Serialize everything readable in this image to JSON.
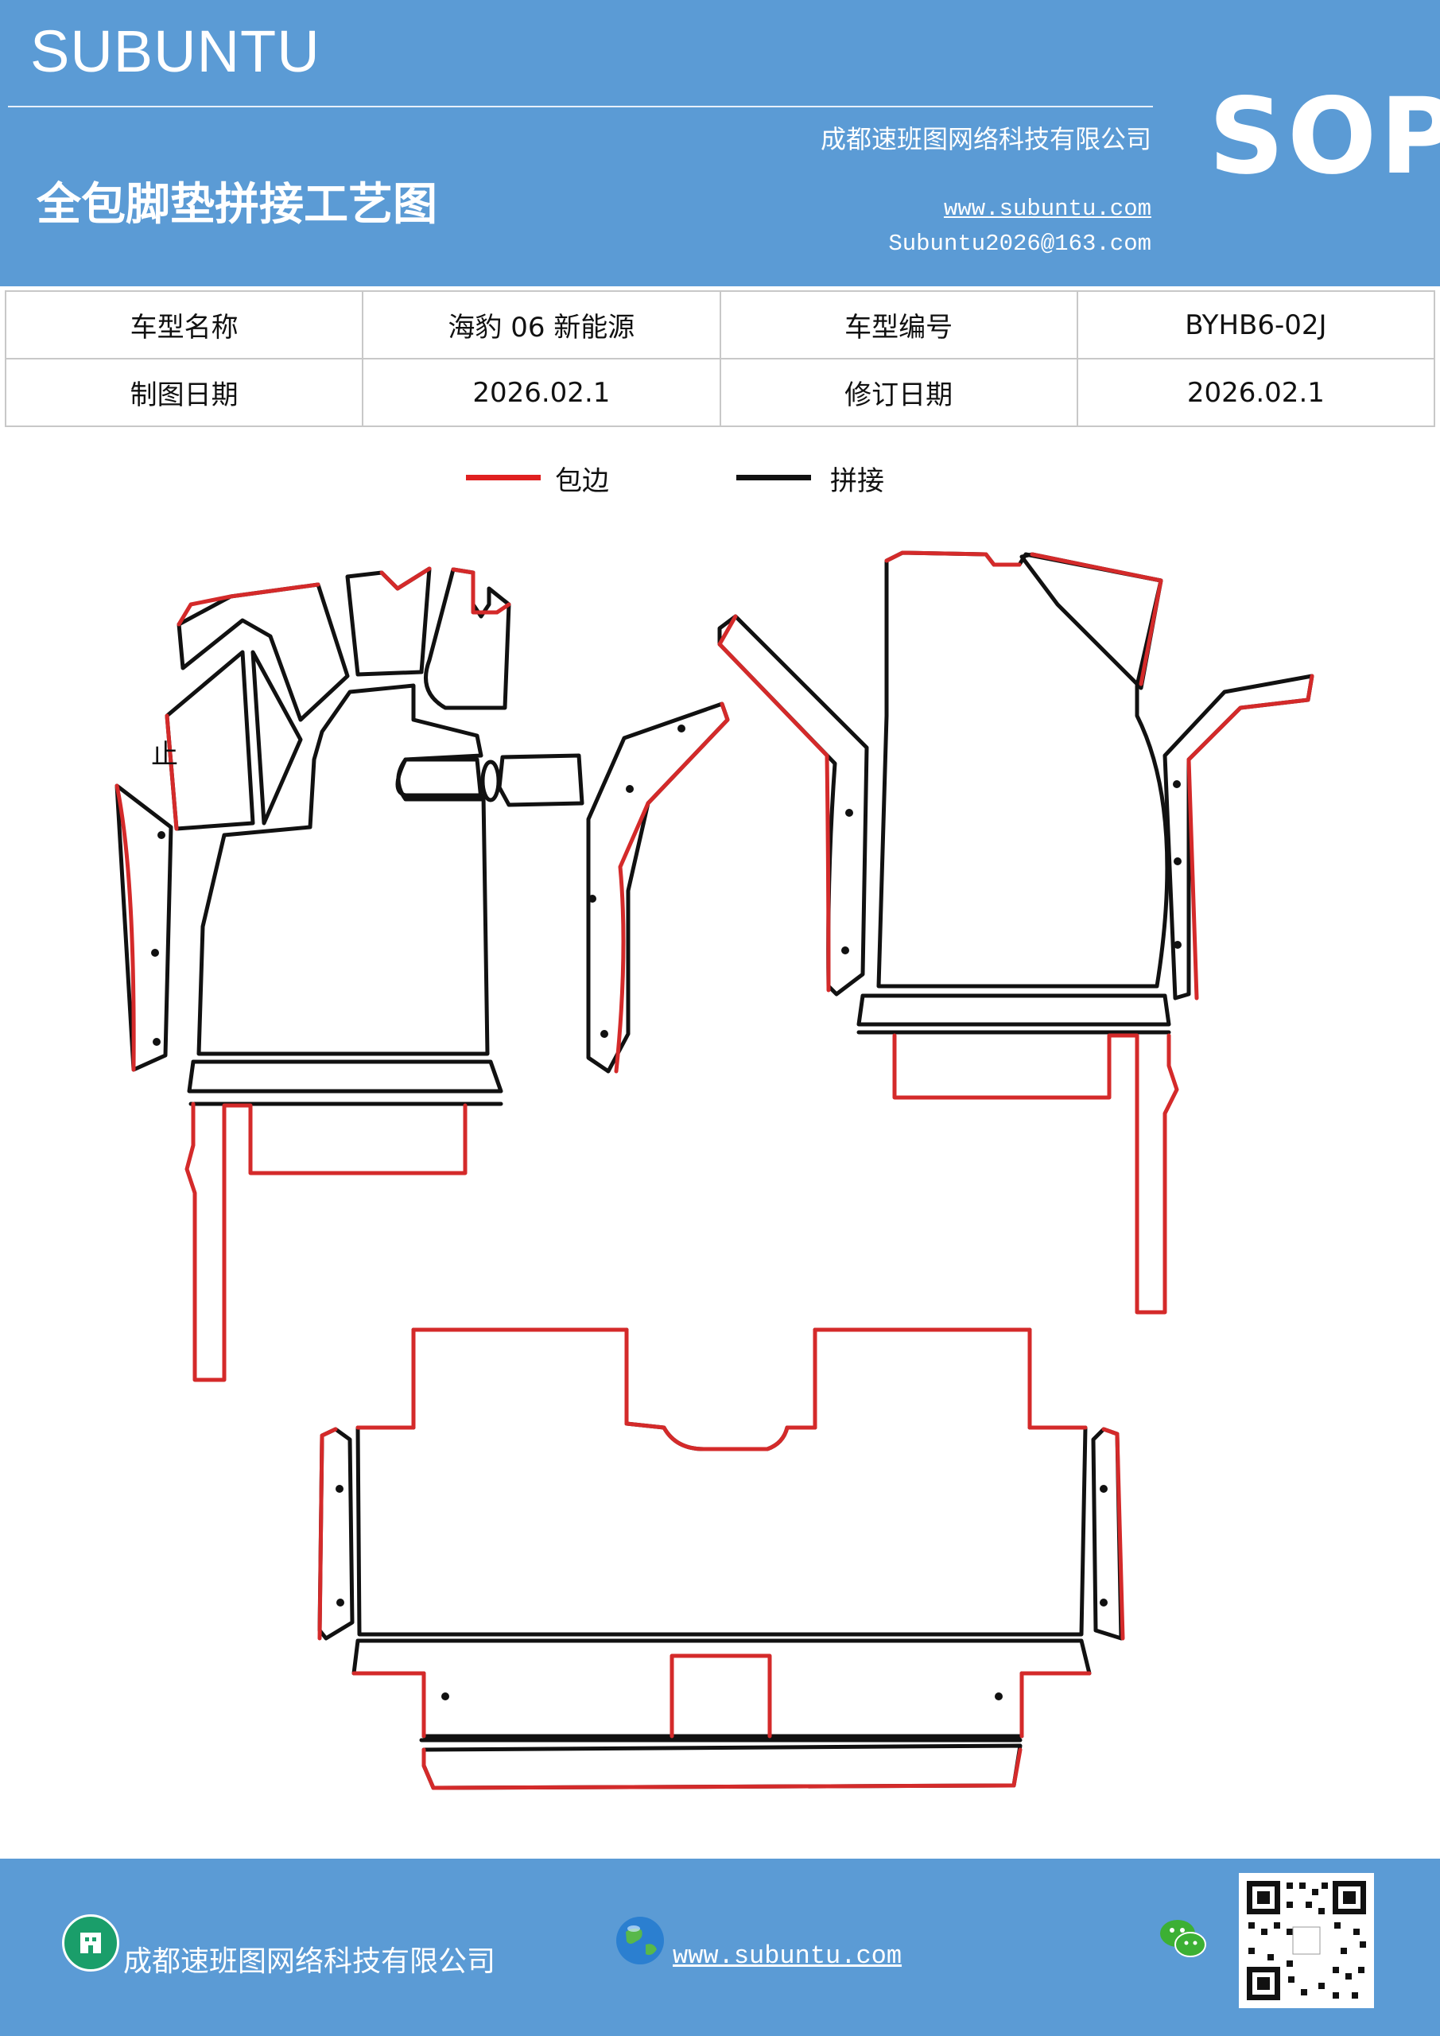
{
  "header": {
    "brand": "SUBUNTU",
    "company": "成都速班图网络科技有限公司",
    "title": "全包脚垫拼接工艺图",
    "website": "www.subuntu.com",
    "email": "Subuntu2026@163.com",
    "badge": "SOP"
  },
  "info_table": {
    "row1": [
      "车型名称",
      "海豹 06 新能源",
      "车型编号",
      "BYHB6-02J"
    ],
    "row2": [
      "制图日期",
      "2026.02.1",
      "修订日期",
      "2026.02.1"
    ]
  },
  "legend": {
    "items": [
      {
        "label": "包边",
        "color": "#e02020"
      },
      {
        "label": "拼接",
        "color": "#111111"
      }
    ]
  },
  "drawing": {
    "mark_text": "止"
  },
  "footer": {
    "company": "成都速班图网络科技有限公司",
    "website": "www.subuntu.com "
  }
}
